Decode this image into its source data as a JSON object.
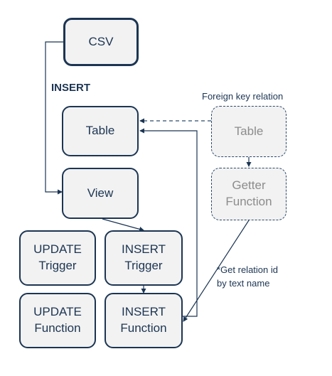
{
  "colors": {
    "box_border": "#1c3553",
    "box_fill": "#f2f2f2",
    "muted_text": "#8c8c8c",
    "connector": "#1c3553"
  },
  "nodes": {
    "csv": "CSV",
    "table": "Table",
    "view": "View",
    "update_trigger": "UPDATE\nTrigger",
    "insert_trigger": "INSERT\nTrigger",
    "update_function": "UPDATE\nFunction",
    "insert_function": "INSERT\nFunction",
    "foreign_table": "Table",
    "getter_function": "Getter\nFunction"
  },
  "labels": {
    "insert": "INSERT",
    "foreign_key_relation": "Foreign key relation",
    "get_relation_note": "*Get relation id\nby text name"
  }
}
